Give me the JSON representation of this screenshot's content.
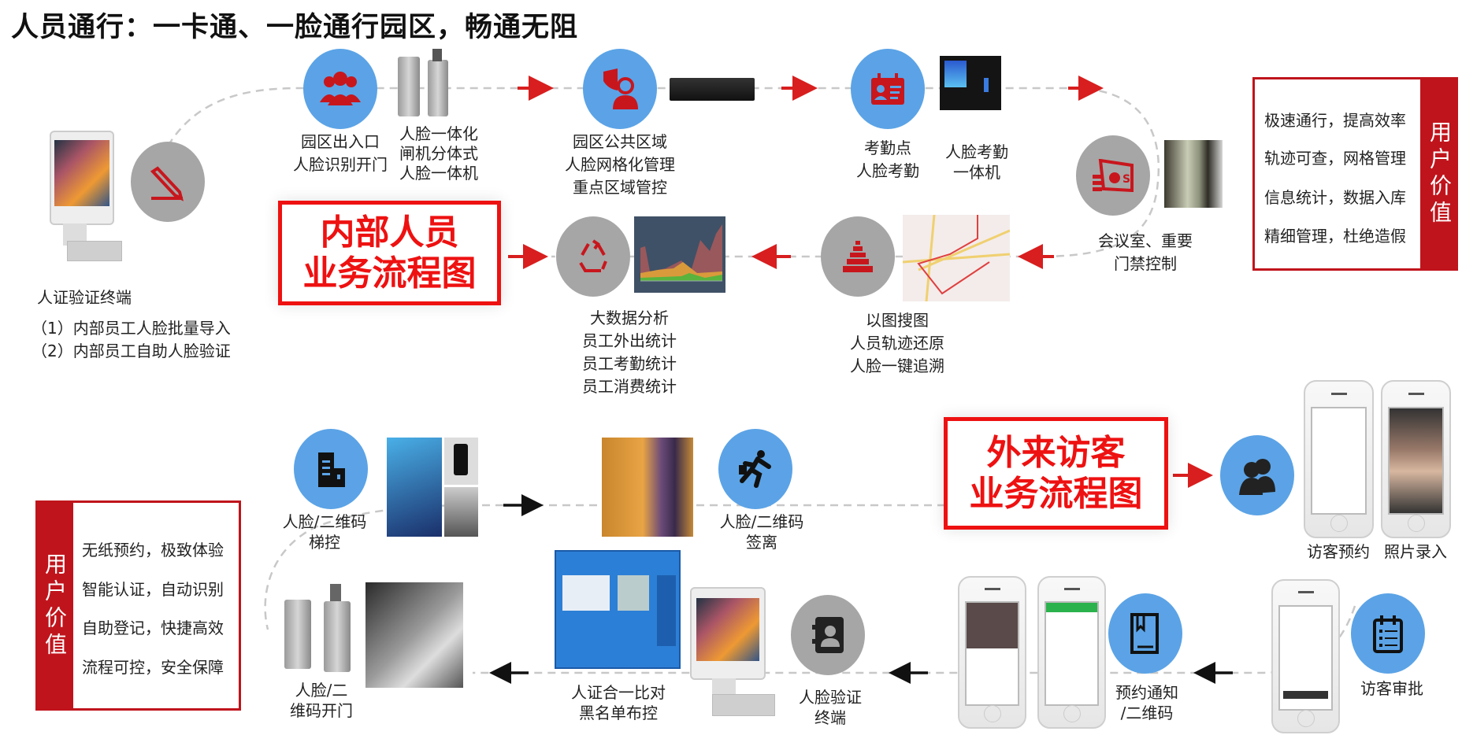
{
  "title": "人员通行：一卡通、一脸通行园区，畅通无阻",
  "colors": {
    "accent_red": "#c0141c",
    "banner_red": "#ee1111",
    "circle_blue": "#5ba3e6",
    "circle_gray": "#a6a6a6"
  },
  "internal": {
    "banner": [
      "内部人员",
      "业务流程图"
    ],
    "terminal": {
      "label": "人证验证终端",
      "notes": [
        "（1）内部员工人脸批量导入",
        "（2）内部员工自助人脸验证"
      ],
      "icon": "pencil-icon"
    },
    "entrance": {
      "lines": [
        "园区出入口",
        "人脸识别开门"
      ],
      "icon": "people-group-icon"
    },
    "gate_device": [
      "人脸一体化",
      "闸机分体式",
      "人脸一体机"
    ],
    "public_area": {
      "lines": [
        "园区公共区域",
        "人脸网格化管理",
        "重点区域管控"
      ],
      "icon": "shield-person-icon"
    },
    "attendance": {
      "lines": [
        "考勤点",
        "人脸考勤"
      ],
      "icon": "id-card-icon"
    },
    "attendance_device": [
      "人脸考勤",
      "一体机"
    ],
    "meeting": {
      "lines": [
        "会议室、重要",
        "门禁控制"
      ],
      "icon": "money-icon"
    },
    "search": {
      "lines": [
        "以图搜图",
        "人员轨迹还原",
        "人脸一键追溯"
      ],
      "icon": "pyramid-icon"
    },
    "analytics": {
      "lines": [
        "大数据分析",
        "员工外出统计",
        "员工考勤统计",
        "员工消费统计"
      ],
      "icon": "recycle-icon"
    },
    "value": {
      "tab": "用户价值",
      "items": [
        "极速通行，提高效率",
        "轨迹可查，网格管理",
        "信息统计，数据入库",
        "精细管理，杜绝造假"
      ]
    }
  },
  "visitor": {
    "banner": [
      "外来访客",
      "业务流程图"
    ],
    "reservation": {
      "labels": [
        "访客预约",
        "照片录入"
      ],
      "icon": "visitors-icon"
    },
    "approval": {
      "label": "访客审批",
      "icon": "calendar-list-icon"
    },
    "notice": {
      "lines": [
        "预约通知",
        "/二维码"
      ],
      "icon": "book-icon"
    },
    "verify": {
      "lines": [
        "人脸验证",
        "终端"
      ],
      "icon": "contact-card-icon"
    },
    "blacklist": [
      "人证合一比对",
      "黑名单布控"
    ],
    "gate_open": [
      "人脸/二",
      "维码开门"
    ],
    "elevator": {
      "lines": [
        "人脸/二维码",
        "梯控"
      ],
      "icon": "building-icon"
    },
    "signout": {
      "lines": [
        "人脸/二维码",
        "签离"
      ],
      "icon": "running-man-icon"
    },
    "value": {
      "tab": "用户价值",
      "items": [
        "无纸预约，极致体验",
        "智能认证，自动识别",
        "自助登记，快捷高效",
        "流程可控，安全保障"
      ]
    }
  }
}
